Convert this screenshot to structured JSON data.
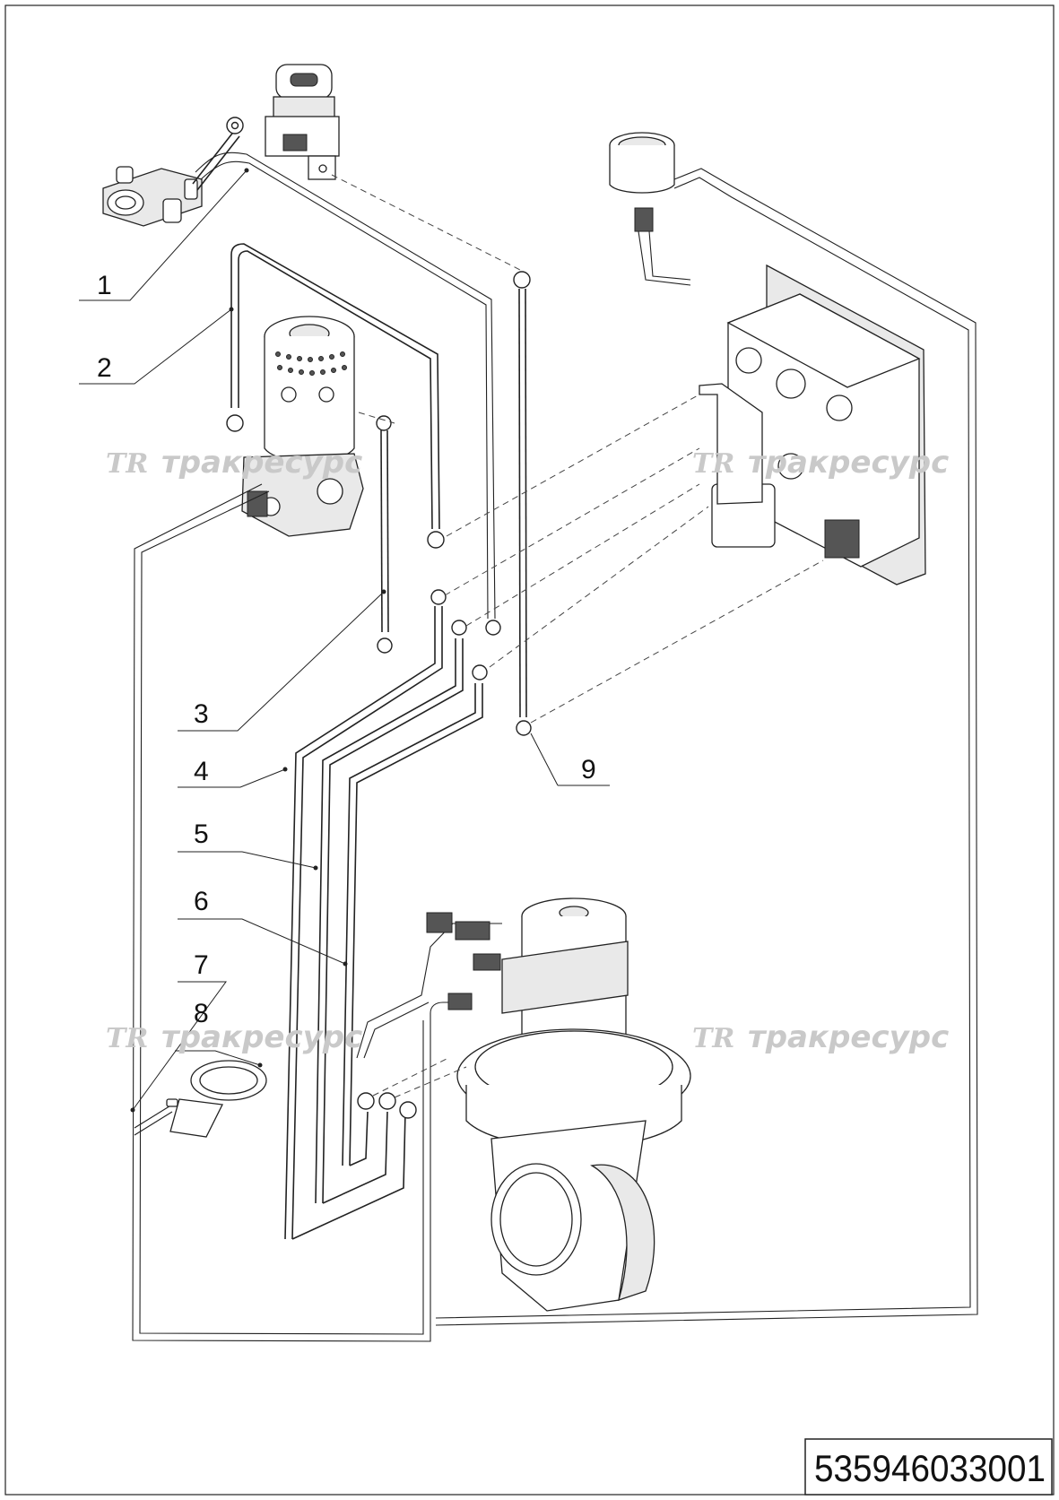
{
  "callouts": [
    "1",
    "2",
    "3",
    "4",
    "5",
    "6",
    "7",
    "8",
    "9"
  ],
  "watermark": {
    "logo": "TR",
    "text": "тракресурс"
  },
  "document_number": "535946033001"
}
